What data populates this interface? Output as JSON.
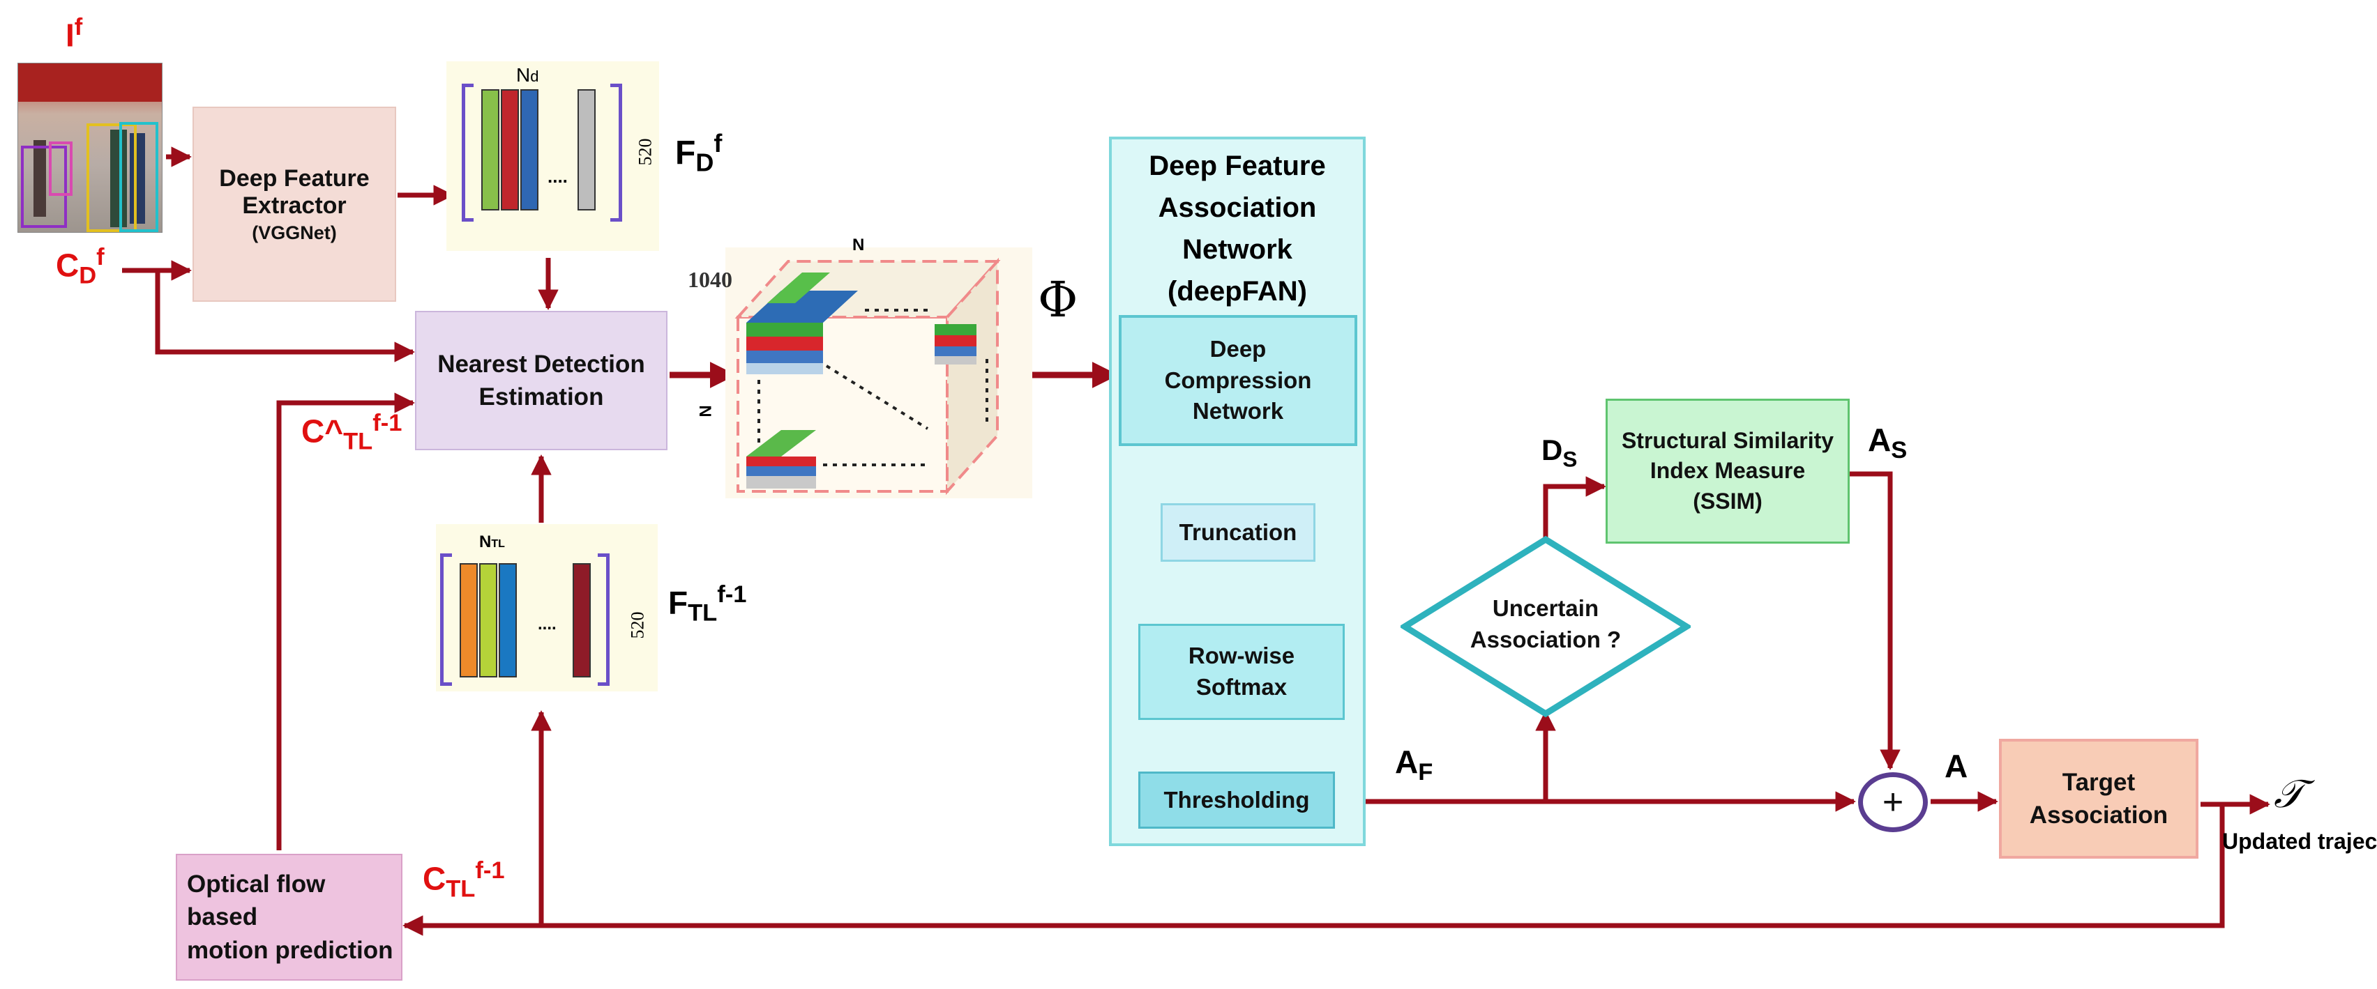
{
  "frame_image": {
    "label_main": "I",
    "label_sup": "f"
  },
  "detections": {
    "label_main": "C",
    "label_sub": "D",
    "label_sup": "f"
  },
  "deep_feature_extractor": {
    "line1": "Deep Feature",
    "line2": "Extractor",
    "line3": "(VGGNet)"
  },
  "features_current": {
    "top_label": "N",
    "top_label_sub": "d",
    "size_label": "520",
    "dots": "....",
    "label_main": "F",
    "label_sub": "D",
    "label_sup": "f"
  },
  "nearest_detection": {
    "text": "Nearest Detection\nEstimation"
  },
  "predicted_previous": {
    "label_main": "C^",
    "label_sub": "TL",
    "label_sup": "f-1"
  },
  "features_previous": {
    "top_label": "N",
    "top_label_sub": "TL",
    "size_label": "520",
    "dots": "....",
    "label_main": "F",
    "label_sub": "TL",
    "label_sup": "f-1"
  },
  "tensor": {
    "depth_label": "1040",
    "top_label": "N",
    "side_label": "N",
    "symbol": "Φ"
  },
  "deepfan": {
    "title": "Deep Feature\nAssociation\nNetwork\n(deepFAN)",
    "compression": "Deep\nCompression\nNetwork",
    "truncation": "Truncation",
    "softmax": "Row-wise\nSoftmax",
    "thresholding": "Thresholding"
  },
  "af_label": {
    "main": "A",
    "sub": "F"
  },
  "decision": {
    "text": "Uncertain\nAssociation ?"
  },
  "ds_label": {
    "main": "D",
    "sub": "S"
  },
  "ssim": {
    "text": "Structural Similarity\nIndex Measure\n(SSIM)"
  },
  "as_label": {
    "main": "A",
    "sub": "S"
  },
  "sum_symbol": "+",
  "a_label": "A",
  "target_association": {
    "text": "Target\nAssociation"
  },
  "trajectories": {
    "symbol": "𝒯",
    "caption": "Updated\ntrajectories"
  },
  "optical_flow": {
    "text": "Optical flow\nbased\nmotion prediction"
  },
  "prev_tracks": {
    "label_main": "C",
    "label_sub": "TL",
    "label_sup": "f-1"
  },
  "colors": {
    "arrow": "#9b0d1a",
    "label_red": "#e01010",
    "feature_extractor_fill": "#f4dcd6",
    "nearest_fill": "#e7daef",
    "deepfan_fill": "#dcf8f8",
    "deepfan_border": "#7fd8dc",
    "inner_box_fill": "#b8eef2",
    "decision_border": "#2eb2bd",
    "ssim_fill": "#c9f5d2",
    "ssim_border": "#5fc46f",
    "target_fill": "#f8ccb6",
    "optical_fill": "#eec3df",
    "sum_border": "#5a3d91",
    "feature_bars": [
      "#88c04a",
      "#c0262c",
      "#2f67b3",
      "#bdbdbd",
      "#ee8a2a",
      "#b5d339",
      "#1a78c2",
      "#8e1b28"
    ]
  }
}
